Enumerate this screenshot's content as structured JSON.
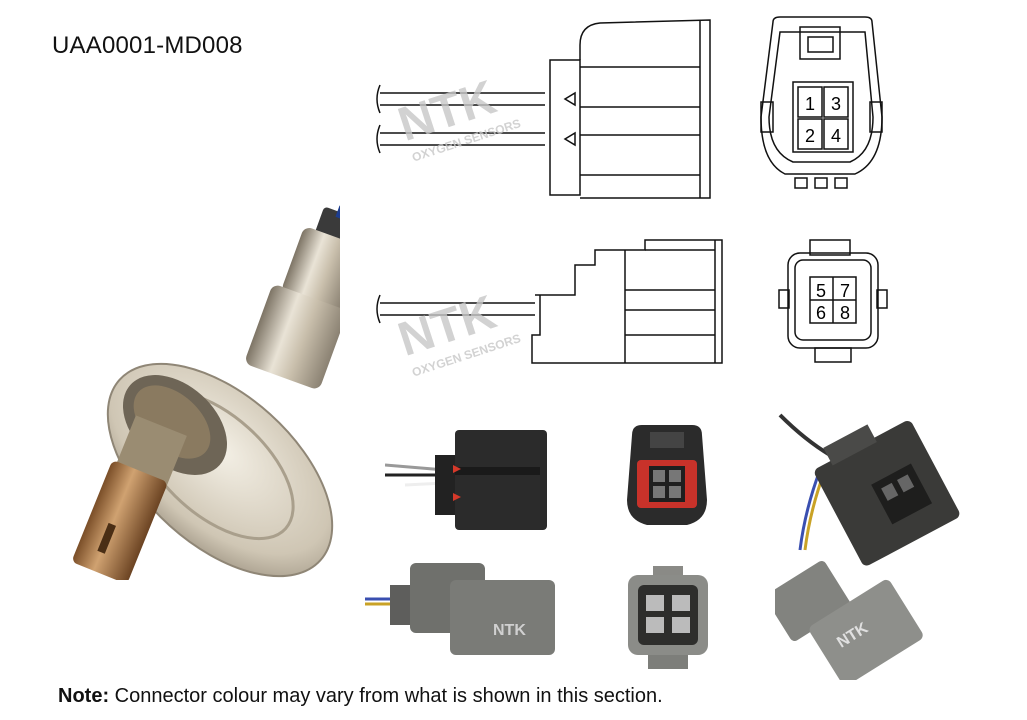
{
  "part_number": "UAA0001-MD008",
  "watermark": {
    "brand": "NTK",
    "tagline": "OXYGEN SENSORS"
  },
  "pin_labels_top": [
    "1",
    "3",
    "2",
    "4"
  ],
  "pin_labels_bottom": [
    "5",
    "7",
    "6",
    "8"
  ],
  "connector_brand": "NTK",
  "note": {
    "label": "Note:",
    "text": "Connector colour may vary from what is shown in this section."
  }
}
